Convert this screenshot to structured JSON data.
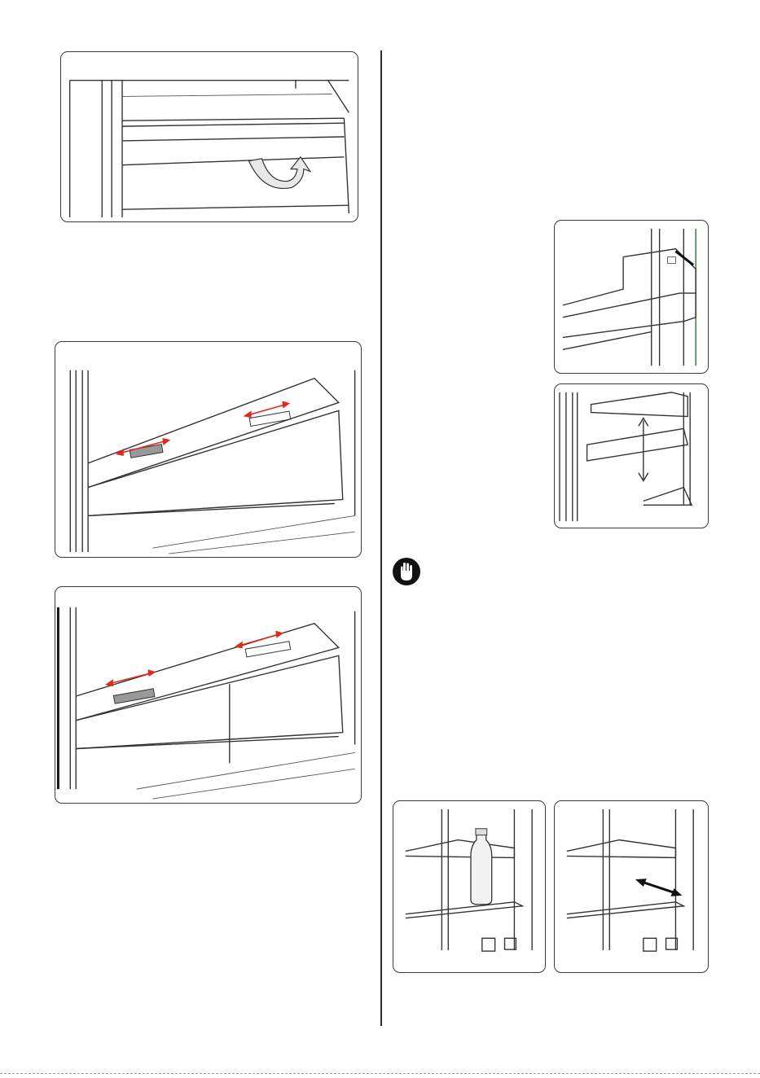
{
  "page": {
    "figures": [
      {
        "id": "crisper-cover-tilt",
        "icon": "curved-arrow-icon"
      },
      {
        "id": "door-shelf-top",
        "icon": "door-shelf-icon"
      },
      {
        "id": "door-shelf-move",
        "icon": "double-arrow-vertical-icon"
      },
      {
        "id": "drawer-slider-single",
        "icon": "double-arrow-horizontal-icon"
      },
      {
        "id": "drawer-slider-double",
        "icon": "double-arrow-horizontal-icon"
      },
      {
        "id": "glass-shelf-bottle",
        "icon": "bottle-icon"
      },
      {
        "id": "glass-shelf-slide",
        "icon": "double-arrow-horizontal-icon"
      }
    ],
    "warning_icon": "hand-stop-icon",
    "colors": {
      "line": "#333333",
      "arrow_red": "#e0281c",
      "frame": "#3a3a3a",
      "panel_green": "#3b7a3b"
    }
  }
}
